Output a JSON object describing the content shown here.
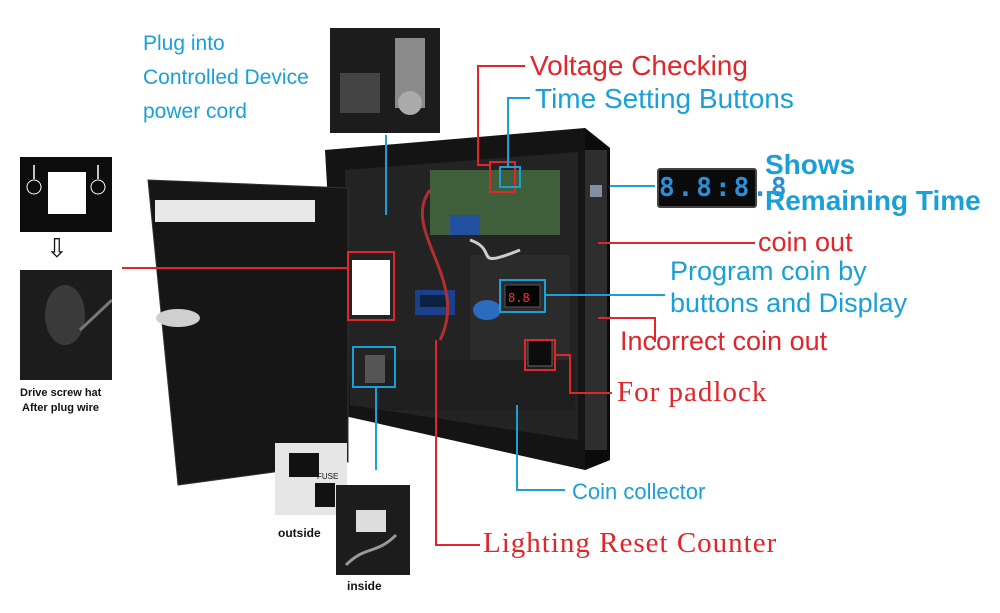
{
  "labels": {
    "plug_line1": "Plug into",
    "plug_line2": "Controlled Device",
    "plug_line3": "power cord",
    "voltage": "Voltage Checking",
    "time_setting": "Time Setting Buttons",
    "shows_line1": "Shows",
    "shows_line2": "Remaining Time",
    "coin_out": "coin out",
    "program_line1": "Program coin by",
    "program_line2": "buttons and Display",
    "incorrect": "Incorrect coin out",
    "padlock": "For padlock",
    "collector": "Coin collector",
    "reset": "Lighting Reset Counter",
    "drive_line1": "Drive screw hat",
    "drive_line2": "After plug wire",
    "outside": "outside",
    "inside": "inside",
    "fuse": "FUSE",
    "display_digits": "8.8:8.8"
  },
  "colors": {
    "blue": "#1aa0d8",
    "red": "#e0262b",
    "box": "#1a1a1a"
  },
  "icons": [
    "arrow-down-icon",
    "padlock-icon"
  ]
}
